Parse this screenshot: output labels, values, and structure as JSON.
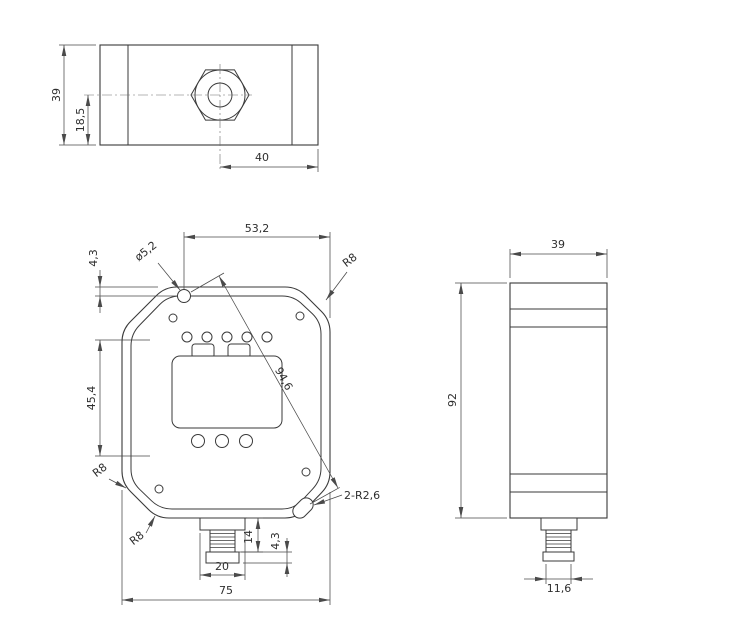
{
  "colors": {
    "background": "#ffffff",
    "line": "#3a3a3a",
    "dim_line": "#4a4a4a",
    "text": "#2e2e2e"
  },
  "views": {
    "top": {
      "dims": {
        "height": "39",
        "gland_offset": "18,5",
        "gland_to_edge": "40"
      }
    },
    "front": {
      "dims": {
        "hole_to_edge": "53,2",
        "hole_top_offset": "4,3",
        "hole_diameter": "ø5,2",
        "corner_radius_top_right": "R8",
        "window_height": "45,4",
        "hole_to_slot_diagonal": "94,6",
        "corner_radius_bottom_left": "R8",
        "corner_radius_bottom": "R8",
        "slot_callout": "2-R2,6",
        "connector_length": "14",
        "connector_tip": "4,3",
        "connector_width": "20",
        "overall_width": "75"
      }
    },
    "side": {
      "dims": {
        "width": "39",
        "height": "92",
        "connector_width": "11,6"
      }
    }
  }
}
